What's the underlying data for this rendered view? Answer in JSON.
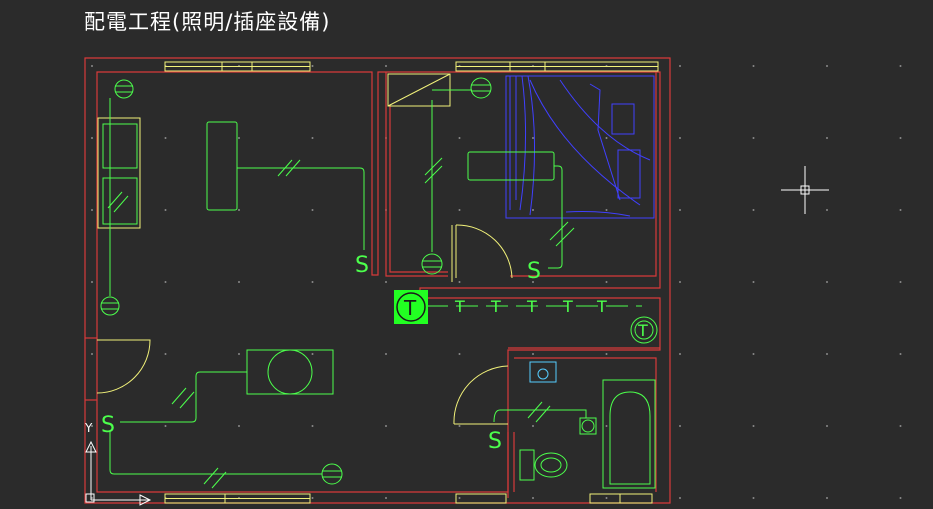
{
  "title": "配電工程(照明/插座設備)",
  "labels": {
    "switch": "S",
    "tv": "T",
    "ucs_y": "Y"
  },
  "colors": {
    "background": "#2b2b2b",
    "walls": "#d83a3a",
    "doors_windows": "#f2f27a",
    "electrical": "#4cff4c",
    "bed": "#4040ff",
    "fixtures": "#55ee55",
    "selected": "#22ff22",
    "cursor": "#ffffff",
    "sink": "#55ccff"
  }
}
